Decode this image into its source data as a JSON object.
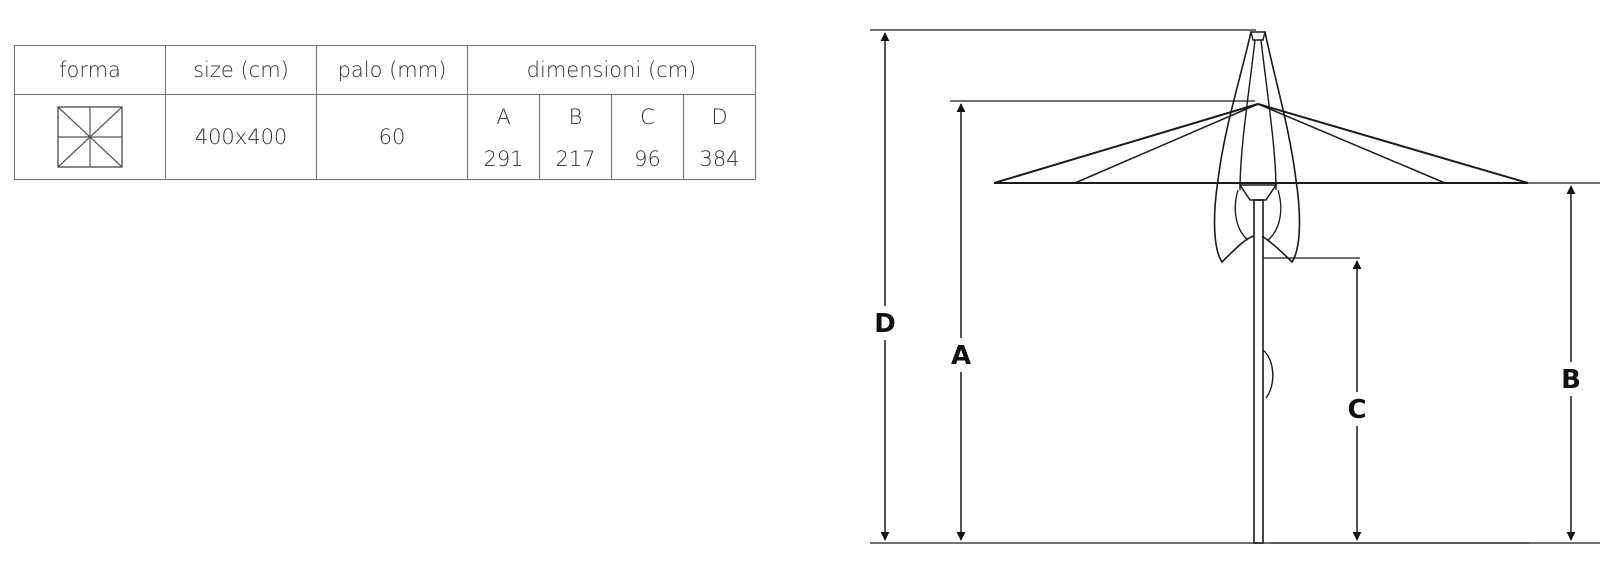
{
  "table": {
    "headers": {
      "forma": "forma",
      "size": "size (cm)",
      "palo": "palo (mm)",
      "dimensioni": "dimensioni (cm)"
    },
    "size_value": "400x400",
    "palo_value": "60",
    "dims": [
      {
        "label": "A",
        "value": "291"
      },
      {
        "label": "B",
        "value": "217"
      },
      {
        "label": "C",
        "value": "96"
      },
      {
        "label": "D",
        "value": "384"
      }
    ],
    "forma_icon": "square-canopy-icon"
  },
  "diagram": {
    "labels": {
      "A": "A",
      "B": "B",
      "C": "C",
      "D": "D"
    },
    "line_color": "#1a1a1a"
  }
}
